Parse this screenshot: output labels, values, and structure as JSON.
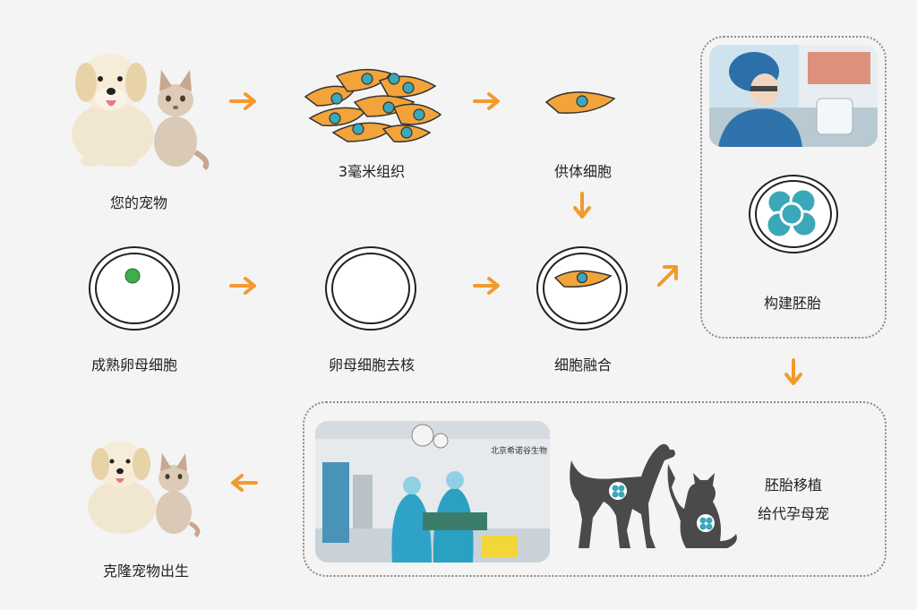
{
  "steps": {
    "your_pet": "您的宠物",
    "tissue": "3毫米组织",
    "donor_cell": "供体细胞",
    "build_embryo": "构建胚胎",
    "mature_oocyte": "成熟卵母细胞",
    "enucleation": "卵母细胞去核",
    "cell_fusion": "细胞融合",
    "transfer_line1": "胚胎移植",
    "transfer_line2": "给代孕母宠",
    "birth": "克隆宠物出生"
  },
  "surgery_photo": {
    "wall_sign": "北京希诺谷生物"
  },
  "colors": {
    "arrow": "#f29a2e",
    "cell_fill": "#f2a43a",
    "nucleus": "#3aa8b8",
    "oocyte_nucleus": "#3cae4a",
    "silhouette": "#4a4a4a",
    "dotted_border": "#8a8a8a"
  },
  "icons": {
    "arrow": "orange-arrow-icon",
    "embryo": "embryo-icon",
    "pets": "dog-cat-photo",
    "silhouette": "dog-cat-silhouette-icon"
  }
}
